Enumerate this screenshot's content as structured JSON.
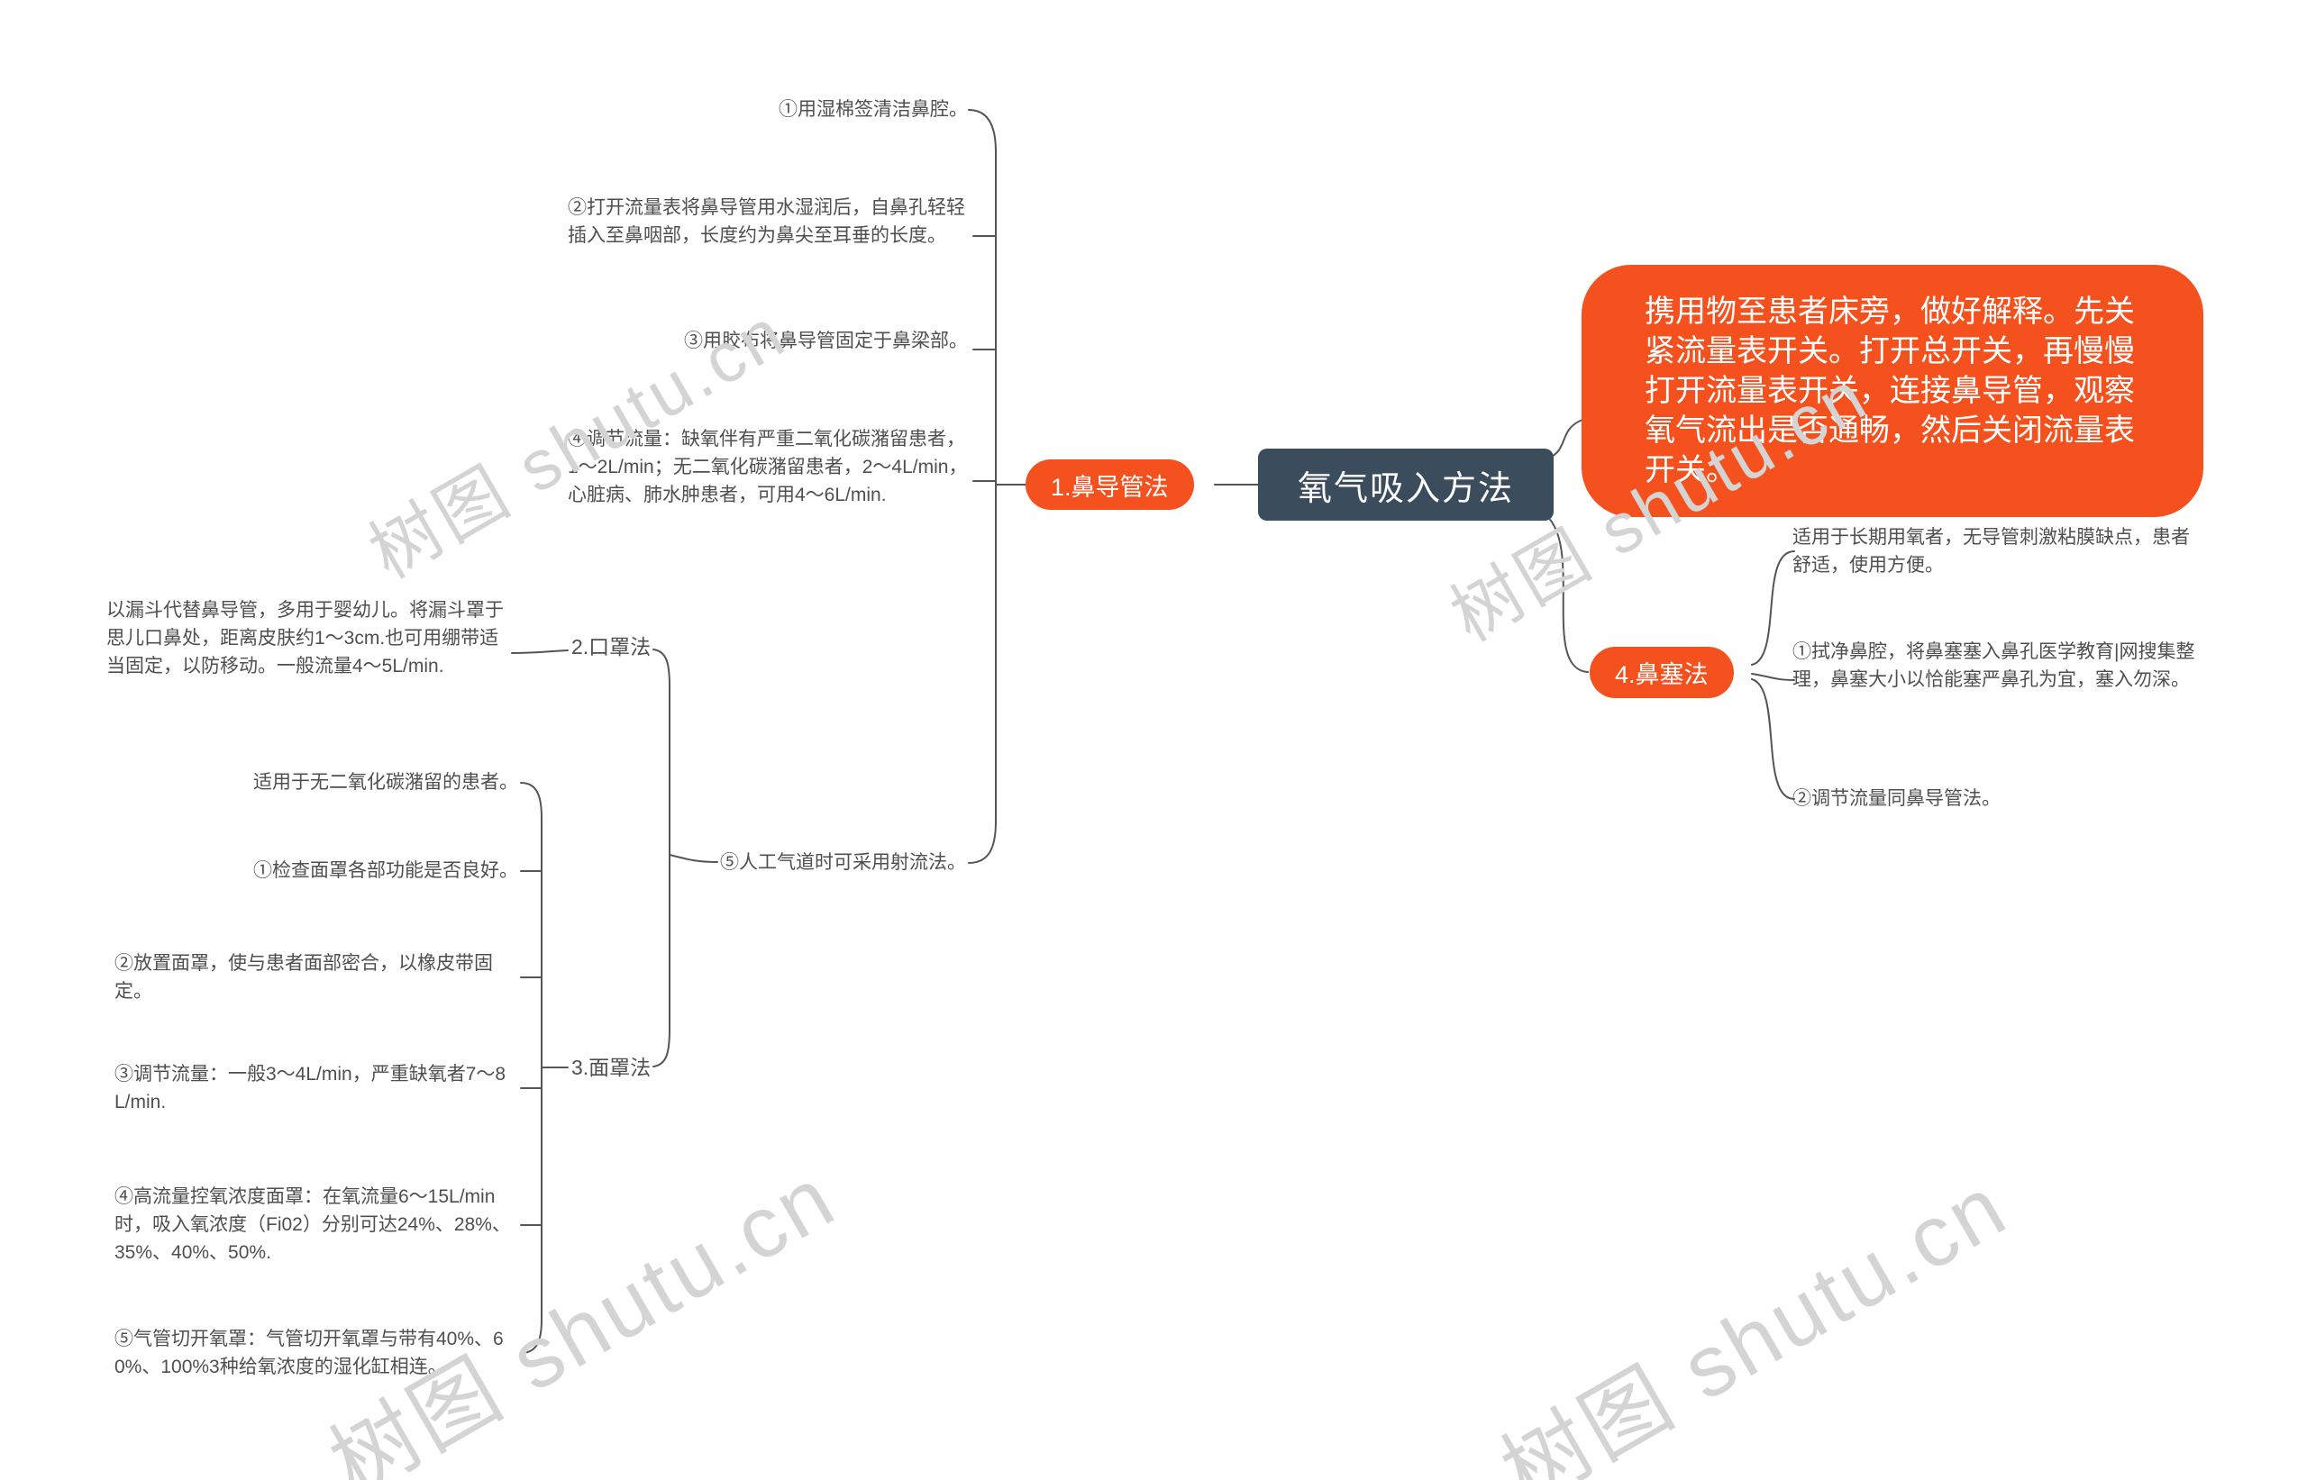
{
  "watermark_text": "树图 shutu.cn",
  "colors": {
    "accent": "#f4511e",
    "root_bg": "#3b4d5c",
    "text": "#4f4f4f",
    "line": "#555555",
    "watermark": "#d4d4d4"
  },
  "root": {
    "label": "氧气吸入方法"
  },
  "preparation": {
    "text": "携用物至患者床旁，做好解释。先关紧流量表开关。打开总开关，再慢慢打开流量表开关，连接鼻导管，观察氧气流出是否通畅，然后关闭流量表开关。"
  },
  "nasal_catheter": {
    "label": "1.鼻导管法",
    "steps": [
      "①用湿棉签清洁鼻腔。",
      "②打开流量表将鼻导管用水湿润后，自鼻孔轻轻插入至鼻咽部，长度约为鼻尖至耳垂的长度。",
      "③用胶布将鼻导管固定于鼻梁部。",
      "④调节流量：缺氧伴有严重二氧化碳潴留患者，1～2L/min；无二氧化碳潴留患者，2～4L/min，心脏病、肺水肿患者，可用4～6L/min.",
      "⑤人工气道时可采用射流法。"
    ]
  },
  "mouth_mask": {
    "label": "2.口罩法",
    "note": "以漏斗代替鼻导管，多用于婴幼儿。将漏斗罩于思儿口鼻处，距离皮肤约1～3cm.也可用绷带适当固定，以防移动。一般流量4～5L/min."
  },
  "face_mask": {
    "label": "3.面罩法",
    "steps": [
      "适用于无二氧化碳潴留的患者。",
      "①检查面罩各部功能是否良好。",
      "②放置面罩，使与患者面部密合，以橡皮带固定。",
      "③调节流量：一般3～4L/min，严重缺氧者7～8L/min.",
      "④高流量控氧浓度面罩：在氧流量6～15L/min时，吸入氧浓度（Fi02）分别可达24%、28%、35%、40%、50%.",
      "⑤气管切开氧罩：气管切开氧罩与带有40%、60%、100%3种给氧浓度的湿化缸相连。"
    ]
  },
  "nasal_plug": {
    "label": "4.鼻塞法",
    "steps": [
      "适用于长期用氧者，无导管刺激粘膜缺点，患者舒适，使用方便。",
      "①拭净鼻腔，将鼻塞塞入鼻孔医学教育|网搜集整理，鼻塞大小以恰能塞严鼻孔为宜，塞入勿深。",
      "②调节流量同鼻导管法。"
    ]
  }
}
